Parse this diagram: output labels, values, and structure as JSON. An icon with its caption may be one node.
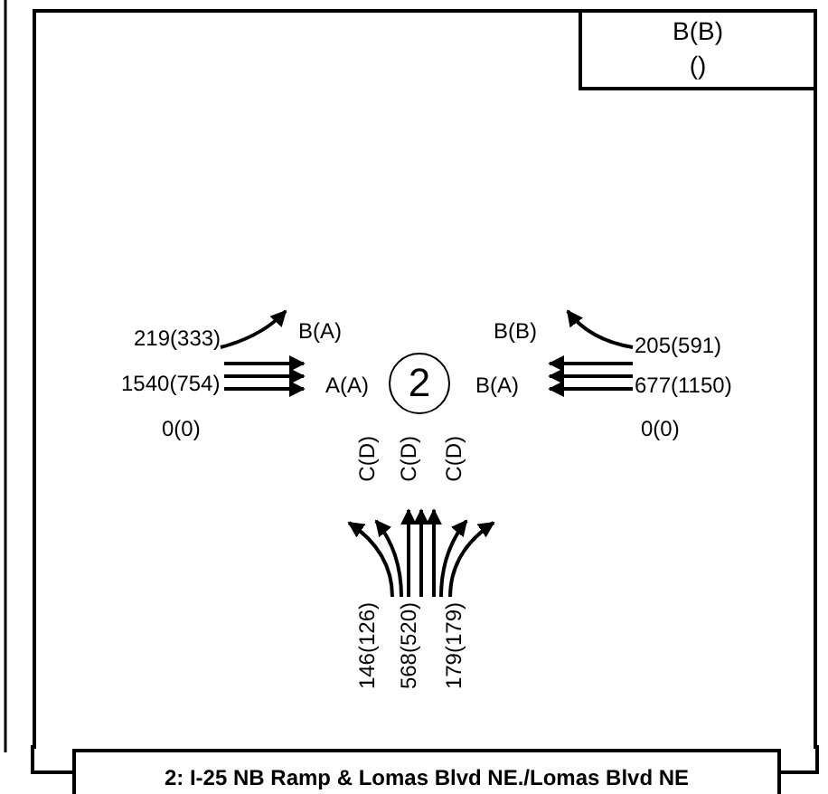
{
  "diagram": {
    "nodes": [
      {
        "text": [
          "2: I-25 NB Ramp & Lomas Blvd NE./Lomas Blvd NE"
        ]
      },
      {
        "text": [
          "B(B)",
          "()"
        ],
        "in": 0
      },
      {
        "text": [
          "2"
        ],
        "in": 0
      }
    ],
    "labels": [
      "219(333)",
      "B(A)",
      "B(B)",
      "205(591)",
      "1540(754)",
      "A(A)",
      "B(A)",
      "677(1150)",
      "0(0)",
      "0(0)",
      "C(D)",
      "C(D)",
      "C(D)",
      "146(126)",
      "568(520)",
      "179(179)"
    ]
  }
}
